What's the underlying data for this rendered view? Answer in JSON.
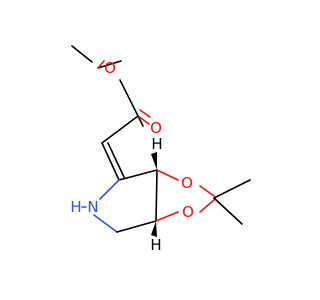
{
  "atoms": {
    "ester_o": {
      "text": "O",
      "color": "#ff0d0d"
    },
    "carbonyl_o": {
      "text": "O",
      "color": "#ff0d0d"
    },
    "ring_o_top": {
      "text": "O",
      "color": "#ff0d0d"
    },
    "ring_o_bottom": {
      "text": "O",
      "color": "#ff0d0d"
    },
    "nitrogen": {
      "text": "N",
      "color": "#3050f8"
    },
    "nh_hydrogen": {
      "text": "H",
      "color": "#3050f8"
    },
    "stereo_h_top": {
      "text": "H",
      "color": "#000000"
    },
    "stereo_h_bottom": {
      "text": "H",
      "color": "#000000"
    }
  }
}
